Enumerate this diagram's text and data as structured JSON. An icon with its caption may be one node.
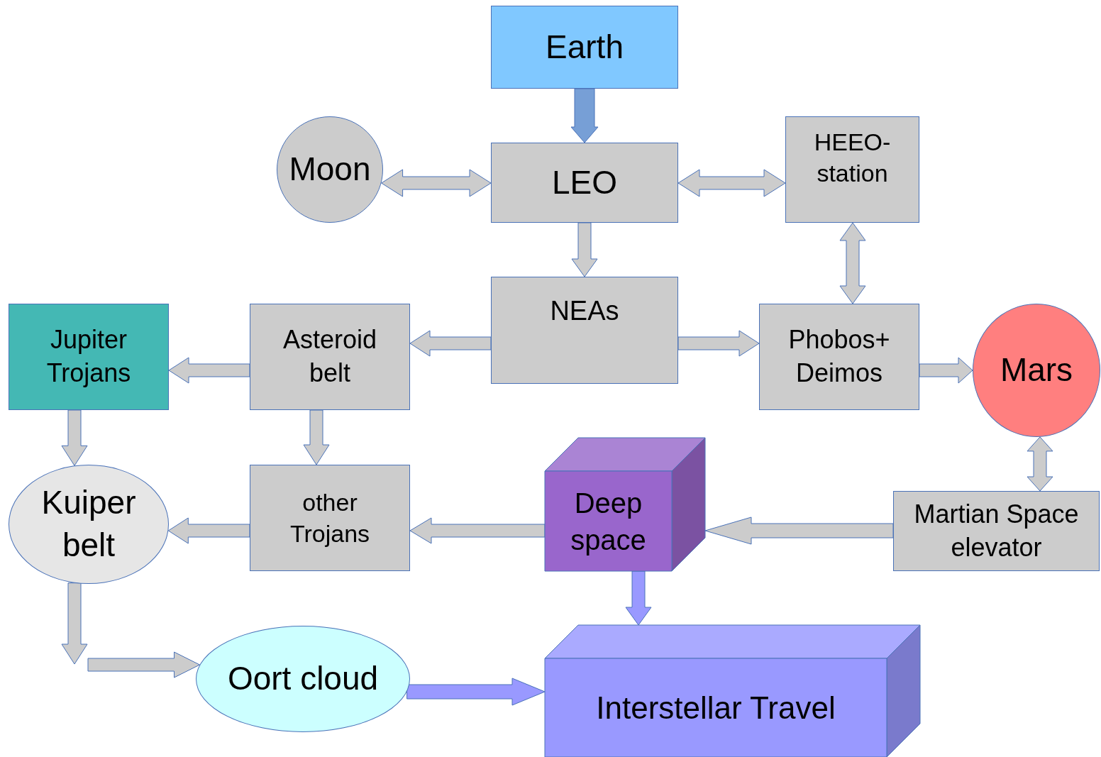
{
  "diagram": {
    "nodes": [
      {
        "text": [
          "Earth"
        ]
      },
      {
        "text": [
          "Moon"
        ]
      },
      {
        "text": [
          "LEO"
        ]
      },
      {
        "text": [
          "HEEO- station"
        ]
      },
      {
        "text": [
          "NEAs"
        ]
      },
      {
        "text": [
          "Asteroid belt"
        ]
      },
      {
        "text": [
          "Jupiter Trojans"
        ]
      },
      {
        "text": [
          "Phobos+ Deimos"
        ]
      },
      {
        "text": [
          "Mars"
        ]
      },
      {
        "text": [
          "Kuiper belt"
        ]
      },
      {
        "text": [
          "other Trojans"
        ]
      },
      {
        "text": [
          "Deep space"
        ]
      },
      {
        "text": [
          "Martian Space elevator"
        ]
      },
      {
        "text": [
          "Oort cloud"
        ]
      },
      {
        "text": [
          "Interstellar Travel"
        ]
      }
    ],
    "edges": [
      {
        "from": 0,
        "to": 2,
        "arrow": "to",
        "color": "#779fd6"
      },
      {
        "from": 1,
        "to": 2,
        "arrow": "both"
      },
      {
        "from": 2,
        "to": 3,
        "arrow": "both"
      },
      {
        "from": 2,
        "to": 4,
        "arrow": "to"
      },
      {
        "from": 3,
        "to": 7,
        "arrow": "both"
      },
      {
        "from": 4,
        "to": 5,
        "arrow": "to"
      },
      {
        "from": 4,
        "to": 7,
        "arrow": "to"
      },
      {
        "from": 5,
        "to": 6,
        "arrow": "to"
      },
      {
        "from": 7,
        "to": 8,
        "arrow": "to"
      },
      {
        "from": 5,
        "to": 10,
        "arrow": "to"
      },
      {
        "from": 6,
        "to": 9,
        "arrow": "to"
      },
      {
        "from": 8,
        "to": 12,
        "arrow": "both"
      },
      {
        "from": 10,
        "to": 9,
        "arrow": "to"
      },
      {
        "from": 11,
        "to": 10,
        "arrow": "to"
      },
      {
        "from": 12,
        "to": 11,
        "arrow": "to"
      },
      {
        "from": 11,
        "to": 14,
        "arrow": "to",
        "color": "#9999ff"
      },
      {
        "from": 9,
        "to": null,
        "arrow": "to"
      },
      {
        "from": null,
        "to": 13,
        "arrow": "to"
      },
      {
        "from": 13,
        "to": 14,
        "arrow": "to",
        "color": "#9999ff"
      }
    ]
  }
}
